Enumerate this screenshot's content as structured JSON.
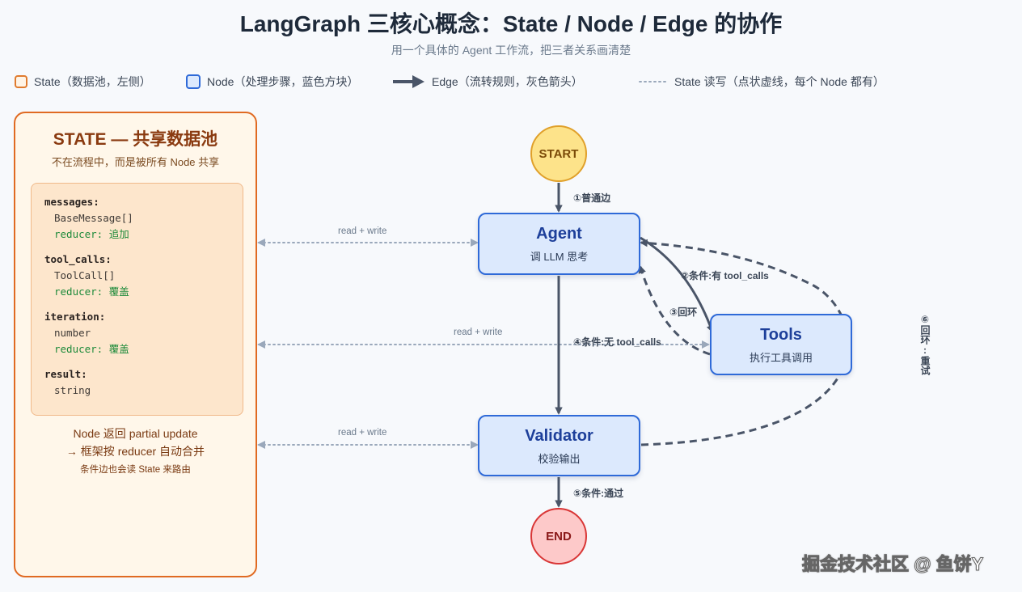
{
  "header": {
    "title": "LangGraph 三核心概念：State / Node / Edge 的协作",
    "subtitle": "用一个具体的 Agent 工作流，把三者关系画清楚"
  },
  "legend": {
    "state": "State（数据池，左侧）",
    "node": "Node（处理步骤，蓝色方块）",
    "edge": "Edge（流转规则，灰色箭头）",
    "rw": "State 读写（点状虚线，每个 Node 都有）"
  },
  "state_panel": {
    "title": "STATE — 共享数据池",
    "subtitle": "不在流程中，而是被所有 Node 共享",
    "fields": [
      {
        "name": "messages:",
        "type": "BaseMessage[]",
        "reducer": "reducer: 追加"
      },
      {
        "name": "tool_calls:",
        "type": "ToolCall[]",
        "reducer": "reducer: 覆盖"
      },
      {
        "name": "iteration:",
        "type": "number",
        "reducer": "reducer: 覆盖"
      },
      {
        "name": "result:",
        "type": "string"
      }
    ],
    "note1": "Node 返回 partial update",
    "note2": "→ 框架按 reducer 自动合并",
    "note3": "条件边也会读 State 来路由"
  },
  "nodes": {
    "start": "START",
    "end": "END",
    "agent": {
      "title": "Agent",
      "sub": "调 LLM 思考"
    },
    "tools": {
      "title": "Tools",
      "sub": "执行工具调用"
    },
    "validator": {
      "title": "Validator",
      "sub": "校验输出"
    }
  },
  "edges": {
    "e1": "①普通边",
    "e2": "②条件:有 tool_calls",
    "e3": "③回环",
    "e4": "④条件:无 tool_calls",
    "e5": "⑤条件:通过",
    "e6": "⑥回环:重试"
  },
  "rw_label": "read + write",
  "watermark": "掘金技术社区 @ 鱼饼Y"
}
